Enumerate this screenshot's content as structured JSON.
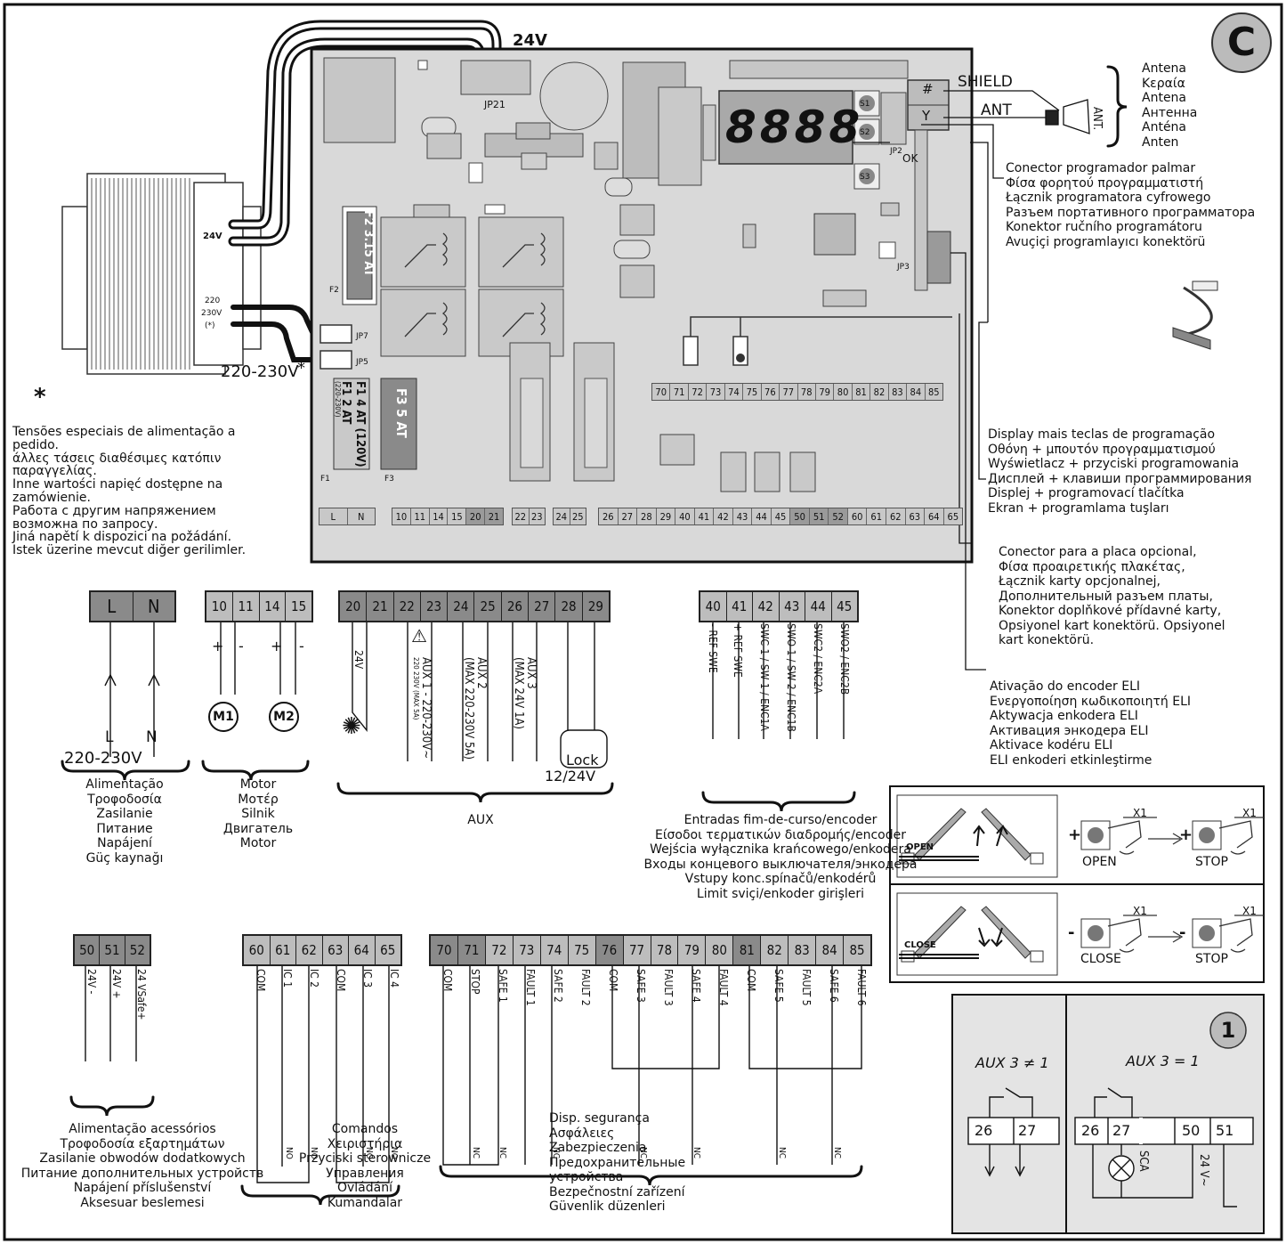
{
  "badge": {
    "letter": "C"
  },
  "board": {
    "jp21": "JP21",
    "v24": "24V",
    "fuse_f2": "F2 3.15 AT",
    "f2": "F2",
    "fuse_f1": "F1 2 AT",
    "fuse_f1_sub": "(220-230V)",
    "fuse_f1b": "F1 4 AT (120V)",
    "fuse_f3": "F3 5 AT",
    "f1": "F1",
    "f3": "F3",
    "jp7": "JP7",
    "jp5": "JP5",
    "jp2": "JP2",
    "jp3": "JP3",
    "display": "8888",
    "s1": "S1",
    "s2": "S2",
    "s3": "S3",
    "ok": "OK",
    "mains_v": "220-230V",
    "mini_strip_a": [
      "70",
      "71",
      "72",
      "73",
      "74",
      "75",
      "76",
      "77",
      "78",
      "79",
      "80",
      "81",
      "82",
      "83",
      "84",
      "85"
    ],
    "mini_strip_b": [
      "L",
      "N",
      "10",
      "11",
      "14",
      "15",
      "20",
      "21",
      "22",
      "23",
      "24",
      "25",
      "26",
      "27",
      "28",
      "29",
      "40",
      "41",
      "42",
      "43",
      "44",
      "45",
      "50",
      "51",
      "52",
      "60",
      "61",
      "62",
      "63",
      "64",
      "65"
    ]
  },
  "transformer": {
    "v24": "24V",
    "v220": "220",
    "v230": "230V",
    "star": "(*)"
  },
  "antenna": {
    "shield": "SHIELD",
    "ant": "ANT",
    "ant_label": "ANT.",
    "hash": "#",
    "y": "Y",
    "names": [
      "Antena",
      "Κεραία",
      "Antena",
      "Антенна",
      "Anténa",
      "Anten"
    ]
  },
  "labels": {
    "programmer": [
      "Conector programador palmar",
      "Φίσα φορητού προγραμματιστή",
      "Łącznik programatora cyfrowego",
      "Разъем портативного программатора",
      "Konektor ručního programátoru",
      "Avuçiçi programlayıcı konektörü"
    ],
    "display": [
      "Display mais teclas de programação",
      "Οθόνη + μπουτόν προγραμματισμού",
      "Wyświetlacz + przyciski programowania",
      "Дисплей + клавиши программирования",
      "Displej + programovací tlačítka",
      "Ekran + programlama tuşları"
    ],
    "optional": [
      "Conector para a placa opcional,",
      "Φίσα προαιρετικής πλακέτας,",
      "Łącznik karty opcjonalnej,",
      "Дополнительный разъем платы,",
      "Konektor doplňkové přídavné karty,",
      "Opsiyonel kart konektörü. Opsiyonel",
      "kart konektörü."
    ],
    "encoder": [
      "Ativação do encoder ELI",
      "Ενεργοποίηση κωδικοποιητή ELI",
      "Aktywacja enkodera ELI",
      "Активация энкодера ELI",
      "Aktivace kodéru ELI",
      "ELI enkoderi etkinleştirme"
    ],
    "star_note": [
      "Tensões especiais de alimentação a",
      "pedido.",
      "άλλες τάσεις διαθέσιμες κατόπιν",
      "παραγγελίας.",
      "Inne wartości napięć dostępne na",
      "zamówienie.",
      "Работа с другим напряжением",
      "возможна по запросу.",
      "Jiná napětí k dispozici na požádání.",
      "Istek üzerine mevcut diğer gerilimler."
    ],
    "power": [
      "Alimentação",
      "Τροφοδοσία",
      "Zasilanie",
      "Питание",
      "Napájení",
      "Güç kaynağı"
    ],
    "motor": [
      "Motor",
      "Μοτέρ",
      "Silnik",
      "Двигатель",
      "Motor"
    ],
    "aux": "AUX",
    "limit": [
      "Entradas fim-de-curso/encoder",
      "Είσοδοι τερματικών διαδρομής/encoder",
      "Wejścia wyłącznika krańcowego/enkodera",
      "Входы концевого выключателя/энкодера",
      "Vstupy konc.spínačů/enkodérů",
      "Limit sviçi/enkoder girişleri"
    ],
    "accessories": [
      "Alimentação acessórios",
      "Τροφοδοσία εξαρτημάτων",
      "Zasilanie obwodów dodatkowych",
      "Питание дополнительных устройств",
      "Napájení příslušenství",
      "Aksesuar beslemesi"
    ],
    "commands": [
      "Comandos",
      "Χειριστήρια",
      "Przyciski sterownicze",
      "Управления",
      "Ovládání",
      "Kumandalar"
    ],
    "safety": [
      "Disp. segurança",
      "Ασφάλειες",
      "Zabezpieczenia",
      "Предохранительные",
      "устройства",
      "Bezpečnostní zařízení",
      "Güvenlik düzenleri"
    ]
  },
  "terminals": {
    "ln": [
      "L",
      "N"
    ],
    "motor": [
      "10",
      "11",
      "14",
      "15"
    ],
    "aux": [
      "20",
      "21",
      "22",
      "23",
      "24",
      "25",
      "26",
      "27",
      "28",
      "29"
    ],
    "limit": [
      "40",
      "41",
      "42",
      "43",
      "44",
      "45"
    ],
    "acc": [
      "50",
      "51",
      "52"
    ],
    "cmd": [
      "60",
      "61",
      "62",
      "63",
      "64",
      "65"
    ],
    "safety": [
      "70",
      "71",
      "72",
      "73",
      "74",
      "75",
      "76",
      "77",
      "78",
      "79",
      "80",
      "81",
      "82",
      "83",
      "84",
      "85"
    ]
  },
  "wiring": {
    "l": "L",
    "n": "N",
    "mains": "220-230V",
    "m1": "M1",
    "m2": "M2",
    "plus": "+",
    "minus": "-",
    "lamp": "24V",
    "aux1": "AUX 1 - 220-230V~",
    "aux1_note": "220 230V (MAX 5A)",
    "aux2": "AUX 2",
    "aux2_note": "(MAX 220-230V 5A)",
    "aux3": "AUX 3",
    "aux3_note": "(MAX 24V 1A)",
    "lock": "Lock",
    "lock_v": "12/24V",
    "limit_wires": [
      "- REF SWE",
      "+ REF SWE",
      "SWC 1 / SW 1 / ENC1A",
      "SWO 1 / SW 2 / ENC1B",
      "SWC2 / ENC2A",
      "SWO2 / ENC2B"
    ],
    "acc_wires": [
      "24V -",
      "24V +",
      "24 VSafe+"
    ],
    "cmd_wires": [
      "COM",
      "IC 1",
      "IC 2",
      "COM",
      "IC 3",
      "IC 4"
    ],
    "safety_wires": [
      "COM",
      "STOP",
      "SAFE 1",
      "FAULT 1",
      "SAFE 2",
      "FAULT 2",
      "COM",
      "SAFE 3",
      "FAULT 3",
      "SAFE 4",
      "FAULT 4",
      "COM",
      "SAFE 5",
      "FAULT 5",
      "SAFE 6",
      "FAULT 6"
    ],
    "no": "NO",
    "nc": "NC"
  },
  "instructions": {
    "open_label": "OPEN",
    "close_label": "CLOSE",
    "x1": "X1",
    "open_btn": "OPEN",
    "close_btn": "CLOSE",
    "stop": "STOP",
    "plus": "+",
    "minus": "-"
  },
  "aux3_panel": {
    "badge": "1",
    "left_title": "AUX 3 ≠ 1",
    "right_title": "AUX 3 = 1",
    "t26": "26",
    "t27": "27",
    "t50": "50",
    "t51": "51",
    "sca": "SCA",
    "v24": "24 V~"
  }
}
